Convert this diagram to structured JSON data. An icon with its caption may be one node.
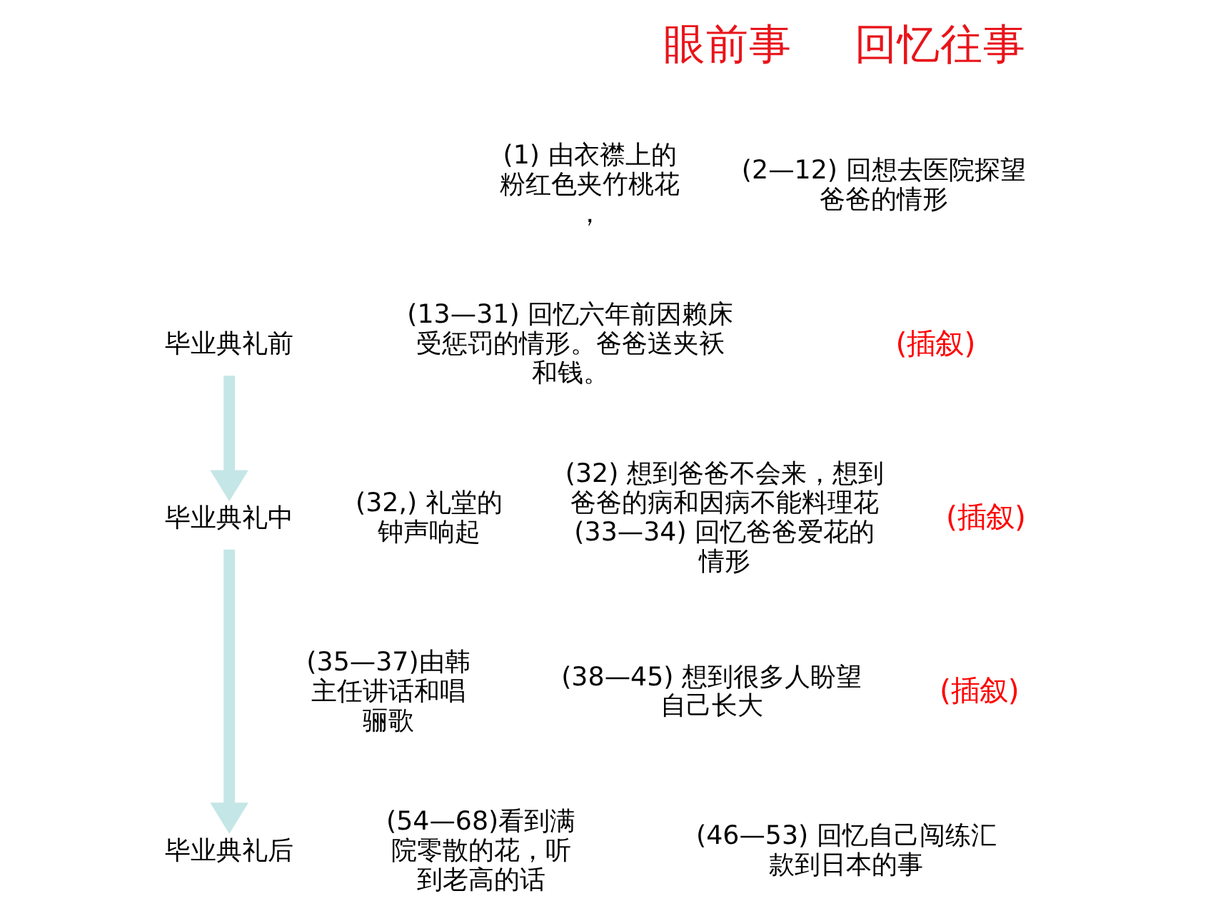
{
  "diagram": {
    "nodes": [
      {
        "text": [
          "毕业典礼前"
        ]
      },
      {
        "text": [
          "毕业典礼中"
        ]
      },
      {
        "text": [
          "毕业典礼后"
        ]
      },
      {
        "text": [
          "(1) 由衣襟上的粉红色夹竹桃花，"
        ]
      },
      {
        "text": [
          "(32,) 礼堂的钟声响起"
        ]
      },
      {
        "text": [
          "(35—37)由韩主任讲话和唱骊歌"
        ]
      },
      {
        "text": [
          "(54—68)看到满院零散的花，听到老高的话"
        ]
      },
      {
        "text": [
          "(2—12) 回想去医院探望爸爸的情形"
        ]
      },
      {
        "text": [
          "(13—31) 回忆六年前因赖床受惩罚的情形。爸爸送夹袄和钱。"
        ]
      },
      {
        "text": [
          "(32) 想到爸爸不会来，想到爸爸的病和因病不能料理花 (33—34) 回忆爸爸爱花的情形"
        ]
      },
      {
        "text": [
          "(38—45) 想到很多人盼望自己长大"
        ]
      },
      {
        "text": [
          "(46—53) 回忆自己闯练汇款到日本的事"
        ]
      }
    ],
    "edges": [
      {
        "from": 0,
        "to": 1,
        "arrow": "to"
      },
      {
        "from": 1,
        "to": 2,
        "arrow": "to"
      }
    ],
    "labels": [
      "眼前事",
      "回忆往事",
      "(插叙)",
      "(插叙)",
      "(插叙)"
    ]
  }
}
